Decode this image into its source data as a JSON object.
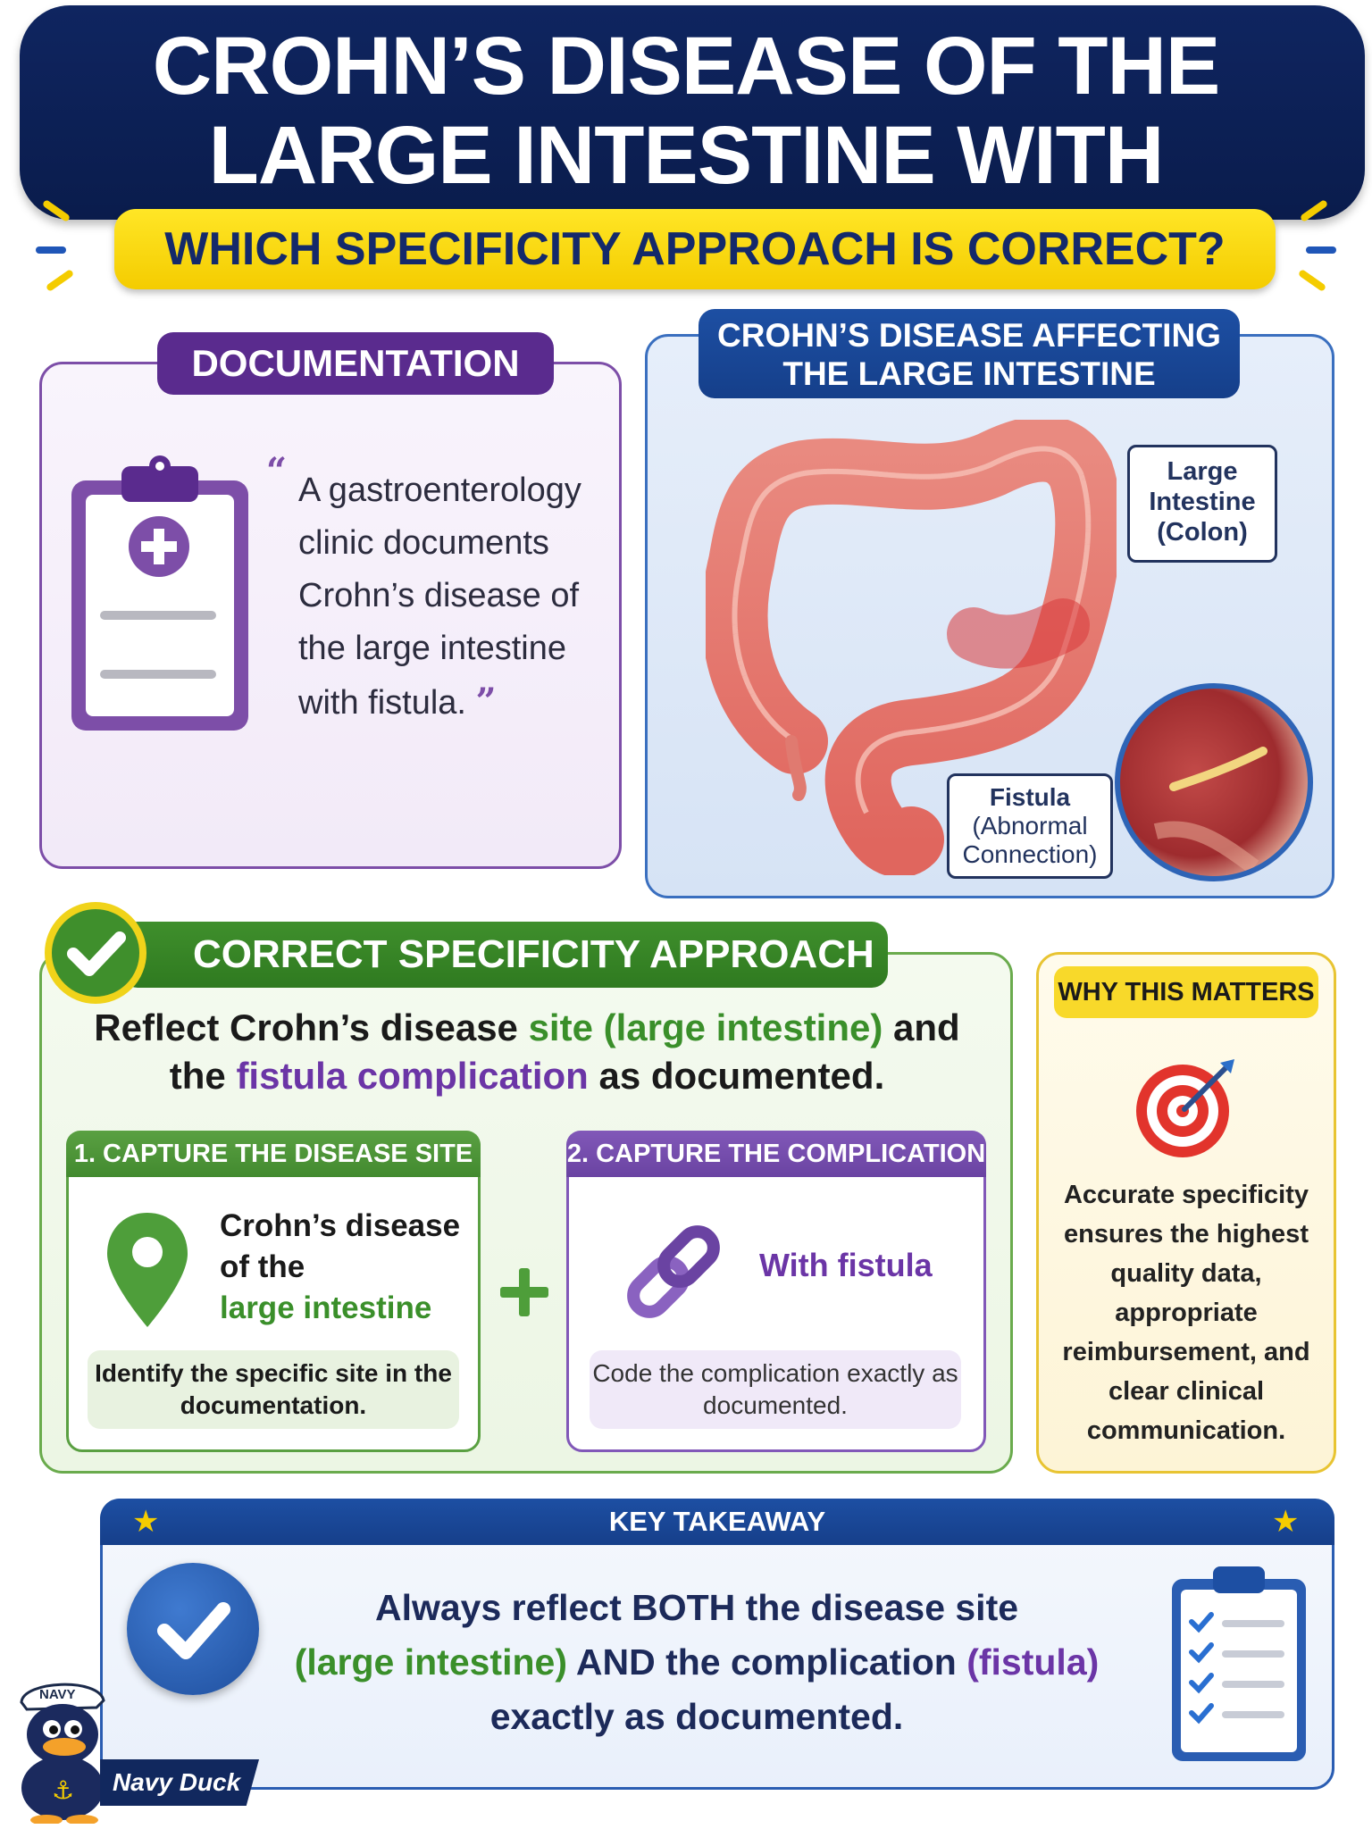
{
  "header": {
    "title_line1": "CROHN’S DISEASE OF THE",
    "title_line2": "LARGE INTESTINE WITH FISTULA",
    "subtitle": "WHICH SPECIFICITY APPROACH IS CORRECT?"
  },
  "documentation": {
    "tab_label": "DOCUMENTATION",
    "open_quote": "“",
    "close_quote": "”",
    "quote": "A gastroenterology clinic documents Crohn’s disease of the large intestine with fistula."
  },
  "illustration": {
    "tab_line1": "CROHN’S DISEASE AFFECTING",
    "tab_line2": "THE LARGE INTESTINE",
    "callout_colon": [
      "Large",
      "Intestine",
      "(Colon)"
    ],
    "callout_fistula": [
      "Fistula",
      "(Abnormal",
      "Connection)"
    ]
  },
  "correct": {
    "tab_label": "CORRECT SPECIFICITY APPROACH",
    "headline_part1": "Reflect Crohn’s disease ",
    "headline_site": "site (large intestine)",
    "headline_part2": " and the ",
    "headline_fistula": "fistula complication",
    "headline_part3": " as documented.",
    "step1_label": "1. CAPTURE THE DISEASE SITE",
    "step1_line1": "Crohn’s disease",
    "step1_line2": "of the",
    "step1_line3": "large intestine",
    "step1_note": "Identify the specific site in the documentation.",
    "step2_label": "2. CAPTURE THE COMPLICATION",
    "step2_text": "With fistula",
    "step2_note": "Code the complication exactly as documented."
  },
  "why": {
    "tab_label": "WHY THIS MATTERS",
    "text": "Accurate specificity ensures the highest quality data, appropriate reimbursement, and clear clinical communication."
  },
  "takeaway": {
    "label": "KEY TAKEAWAY",
    "line1": "Always reflect BOTH the disease site",
    "site": "(large intestine)",
    "middle": " AND the complication ",
    "fistula": "(fistula)",
    "line3": "exactly as documented."
  },
  "mascot": {
    "hat_text": "NAVY",
    "name": "Navy Duck"
  },
  "colors": {
    "navy": "#0f2560",
    "yellow": "#f4cc00",
    "purple": "#5a2b8e",
    "green": "#3f8f2c",
    "blue": "#1d4fa3"
  }
}
